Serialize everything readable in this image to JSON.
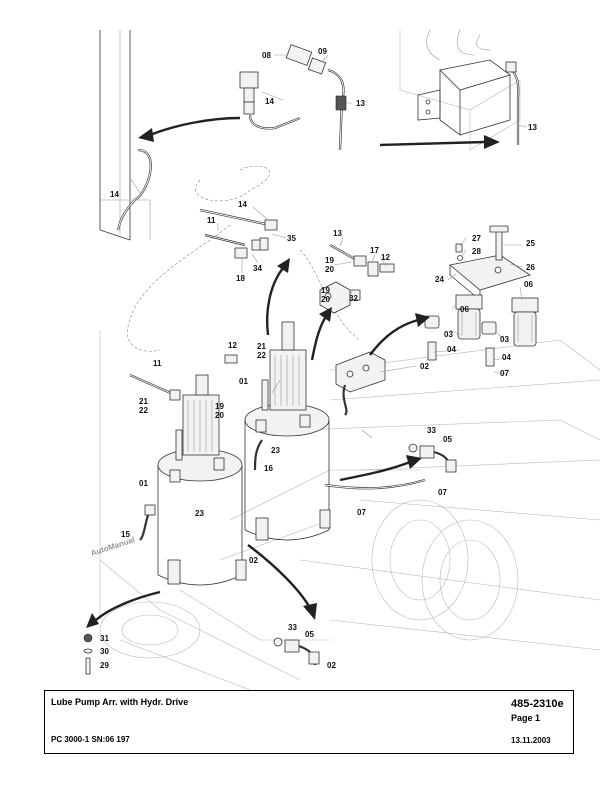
{
  "title_block": {
    "title": "Lube Pump Arr. with Hydr. Drive",
    "doc_number": "485-2310e",
    "page": "Page 1",
    "model": "PC 3000-1 SN:06 197",
    "date": "13.11.2003"
  },
  "watermark": "AutoManual",
  "callouts": [
    {
      "id": "c-08",
      "text": "08"
    },
    {
      "id": "c-09",
      "text": "09"
    },
    {
      "id": "c-13a",
      "text": "13"
    },
    {
      "id": "c-13b",
      "text": "13"
    },
    {
      "id": "c-14a",
      "text": "14"
    },
    {
      "id": "c-14b",
      "text": "14"
    },
    {
      "id": "c-14c",
      "text": "14"
    },
    {
      "id": "c-11a",
      "text": "11"
    },
    {
      "id": "c-35",
      "text": "35"
    },
    {
      "id": "c-34",
      "text": "34"
    },
    {
      "id": "c-18",
      "text": "18"
    },
    {
      "id": "c-13c",
      "text": "13"
    },
    {
      "id": "c-19a",
      "text": "19"
    },
    {
      "id": "c-20a",
      "text": "20"
    },
    {
      "id": "c-17",
      "text": "17"
    },
    {
      "id": "c-12a",
      "text": "12"
    },
    {
      "id": "c-32",
      "text": "32"
    },
    {
      "id": "c-27",
      "text": "27"
    },
    {
      "id": "c-28",
      "text": "28"
    },
    {
      "id": "c-25",
      "text": "25"
    },
    {
      "id": "c-26",
      "text": "26"
    },
    {
      "id": "c-24",
      "text": "24"
    },
    {
      "id": "c-06a",
      "text": "06"
    },
    {
      "id": "c-06b",
      "text": "06"
    },
    {
      "id": "c-03a",
      "text": "03"
    },
    {
      "id": "c-03b",
      "text": "03"
    },
    {
      "id": "c-04a",
      "text": "04"
    },
    {
      "id": "c-04b",
      "text": "04"
    },
    {
      "id": "c-02a",
      "text": "02"
    },
    {
      "id": "c-07a",
      "text": "07"
    },
    {
      "id": "c-19b",
      "text": "19"
    },
    {
      "id": "c-20b",
      "text": "20"
    },
    {
      "id": "c-12b",
      "text": "12"
    },
    {
      "id": "c-21a",
      "text": "21"
    },
    {
      "id": "c-22a",
      "text": "22"
    },
    {
      "id": "c-11b",
      "text": "11"
    },
    {
      "id": "c-01a",
      "text": "01"
    },
    {
      "id": "c-21b",
      "text": "21"
    },
    {
      "id": "c-22b",
      "text": "22"
    },
    {
      "id": "c-19c",
      "text": "19"
    },
    {
      "id": "c-20c",
      "text": "20"
    },
    {
      "id": "c-23a",
      "text": "23"
    },
    {
      "id": "c-16",
      "text": "16"
    },
    {
      "id": "c-01b",
      "text": "01"
    },
    {
      "id": "c-23b",
      "text": "23"
    },
    {
      "id": "c-15",
      "text": "15"
    },
    {
      "id": "c-07b",
      "text": "07"
    },
    {
      "id": "c-02b",
      "text": "02"
    },
    {
      "id": "c-33a",
      "text": "33"
    },
    {
      "id": "c-05a",
      "text": "05"
    },
    {
      "id": "c-07c",
      "text": "07"
    },
    {
      "id": "c-31",
      "text": "31"
    },
    {
      "id": "c-30",
      "text": "30"
    },
    {
      "id": "c-29",
      "text": "29"
    },
    {
      "id": "c-33b",
      "text": "33"
    },
    {
      "id": "c-05b",
      "text": "05"
    },
    {
      "id": "c-02c",
      "text": "02"
    }
  ]
}
